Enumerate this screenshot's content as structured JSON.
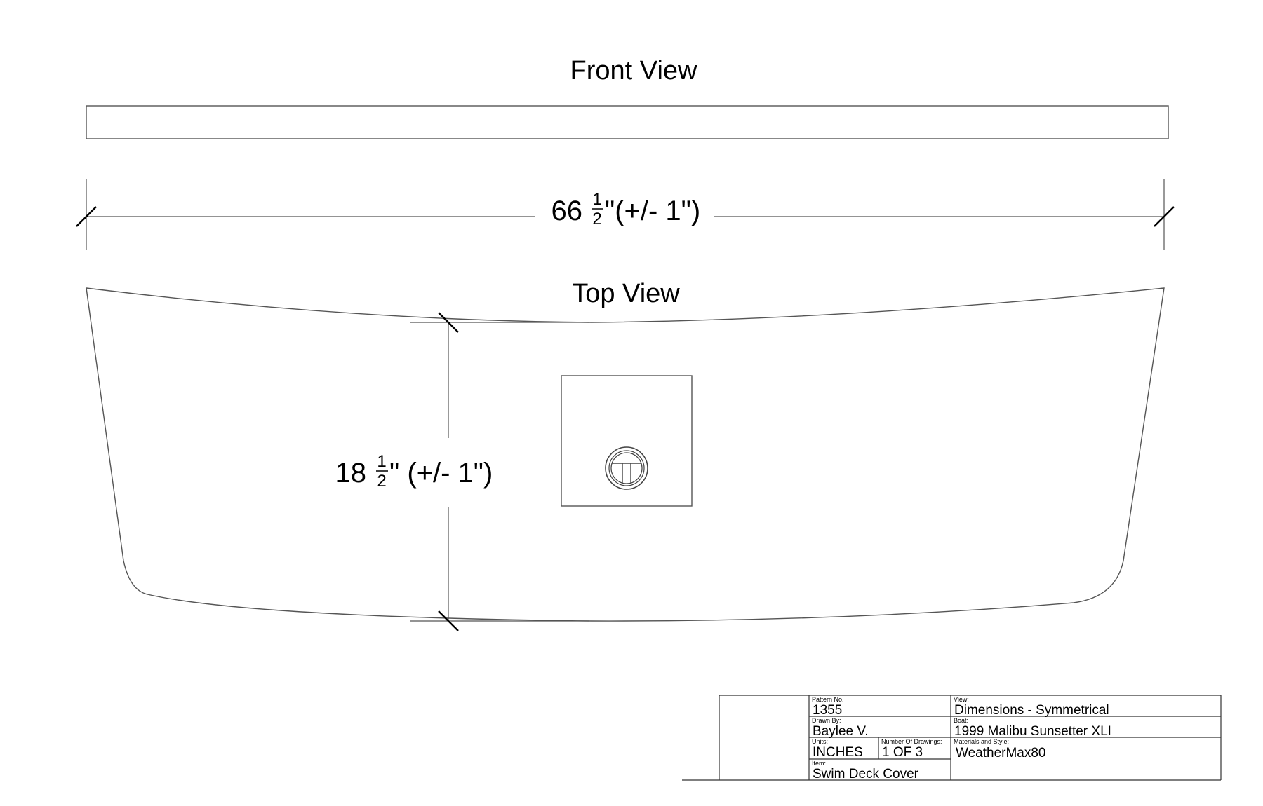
{
  "views": {
    "front_title": "Front View",
    "top_title": "Top View"
  },
  "dimensions": {
    "width": {
      "whole": "66",
      "frac_num": "1",
      "frac_den": "2",
      "suffix": "\"(+/- 1\")"
    },
    "depth": {
      "whole": "18",
      "frac_num": "1",
      "frac_den": "2",
      "suffix": "\" (+/- 1\")"
    }
  },
  "cutout": {
    "icon": "steering-wheel-icon"
  },
  "title_block": {
    "pattern_no_label": "Pattern No.",
    "pattern_no": "1355",
    "drawn_by_label": "Drawn By:",
    "drawn_by": "Baylee V.",
    "units_label": "Units:",
    "units": "INCHES",
    "num_drawings_label": "Number Of Drawings:",
    "num_drawings": "1 OF 3",
    "item_label": "Item:",
    "item": "Swim Deck Cover",
    "view_label": "View:",
    "view": "Dimensions - Symmetrical",
    "boat_label": "Boat:",
    "boat": "1999 Malibu Sunsetter XLI",
    "materials_label": "Materials and Style:",
    "materials": "WeatherMax80"
  }
}
